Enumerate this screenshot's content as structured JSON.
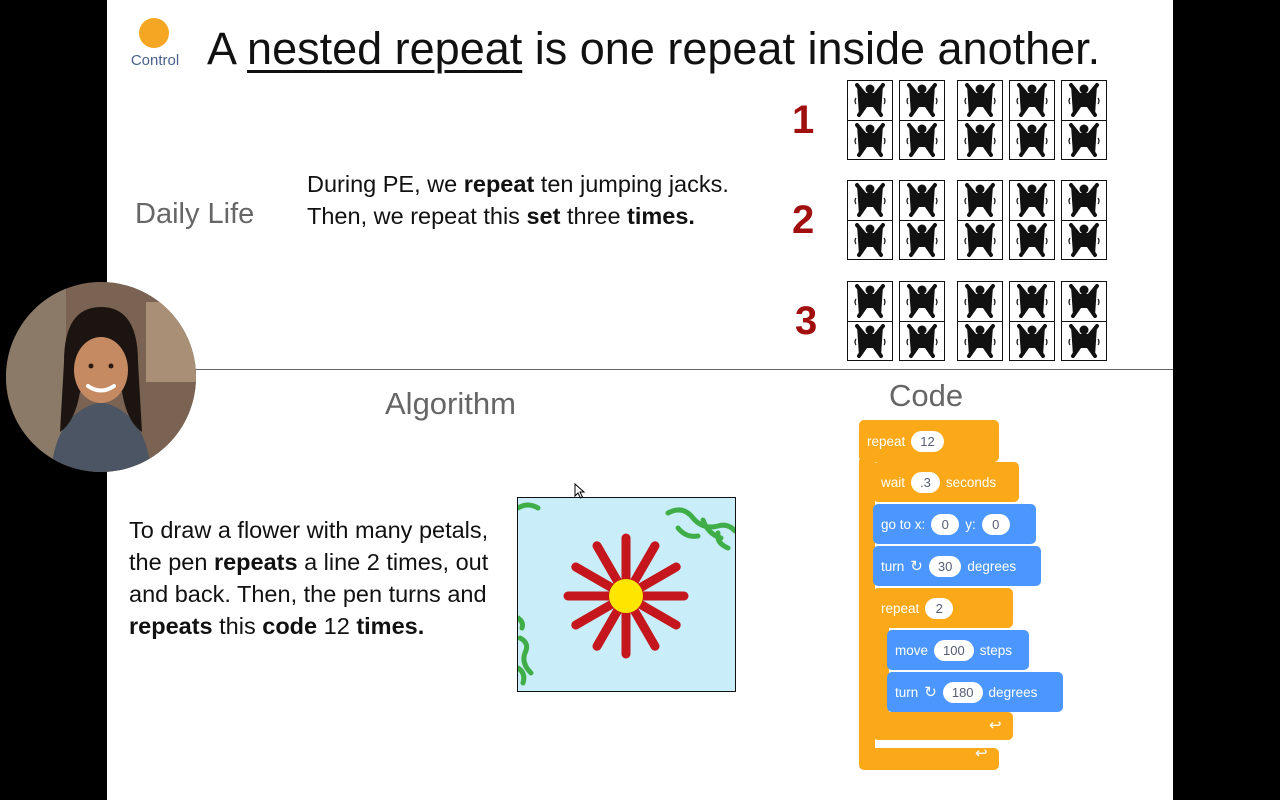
{
  "header": {
    "category_label": "Control",
    "title_pre": "A ",
    "title_term": "nested repeat",
    "title_post": " is one repeat inside another."
  },
  "daily_life": {
    "label": "Daily Life",
    "text": [
      {
        "t": "During PE, we ",
        "b": false
      },
      {
        "t": "repeat",
        "b": true
      },
      {
        "t": " ten jumping jacks. Then, we repeat this ",
        "b": false
      },
      {
        "t": "set",
        "b": true
      },
      {
        "t": " three ",
        "b": false
      },
      {
        "t": "times.",
        "b": true
      }
    ],
    "sets": [
      "1",
      "2",
      "3"
    ],
    "icon": "jumping-jack-icon"
  },
  "algorithm": {
    "label": "Algorithm",
    "text": [
      {
        "t": "To draw a flower with many petals, the pen ",
        "b": false
      },
      {
        "t": "repeats",
        "b": true
      },
      {
        "t": " a line 2 times, out and back. Then, the pen turns and ",
        "b": false
      },
      {
        "t": "repeats",
        "b": true
      },
      {
        "t": " this ",
        "b": false
      },
      {
        "t": "code",
        "b": true
      },
      {
        "t": " 12 ",
        "b": false
      },
      {
        "t": "times.",
        "b": true
      }
    ],
    "flower_petals": 12,
    "colors": {
      "petal": "#c4161c",
      "center": "#ffe600",
      "sky": "#c9eef9",
      "vine": "#3fae49"
    }
  },
  "code": {
    "label": "Code",
    "outer_repeat": {
      "kw": "repeat",
      "val": "12"
    },
    "wait": {
      "kw": "wait",
      "val": ".3",
      "unit": "seconds"
    },
    "goto": {
      "kw": "go to x:",
      "x": "0",
      "ykw": "y:",
      "y": "0"
    },
    "turn1": {
      "kw": "turn",
      "val": "30",
      "unit": "degrees"
    },
    "inner_repeat": {
      "kw": "repeat",
      "val": "2"
    },
    "move": {
      "kw": "move",
      "val": "100",
      "unit": "steps"
    },
    "turn2": {
      "kw": "turn",
      "val": "180",
      "unit": "degrees"
    },
    "colors": {
      "control": "#fba919",
      "motion": "#4c97ff"
    }
  }
}
